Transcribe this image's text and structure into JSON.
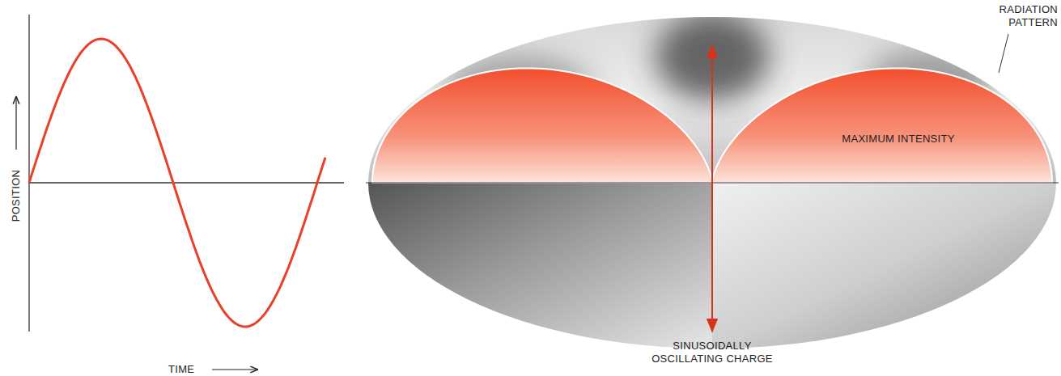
{
  "diagram": {
    "labels": [
      "POSITION",
      "TIME",
      "RADIATION PATTERN",
      "MAXIMUM INTENSITY",
      "SINUSOIDALLY OSCILLATING CHARGE"
    ]
  }
}
